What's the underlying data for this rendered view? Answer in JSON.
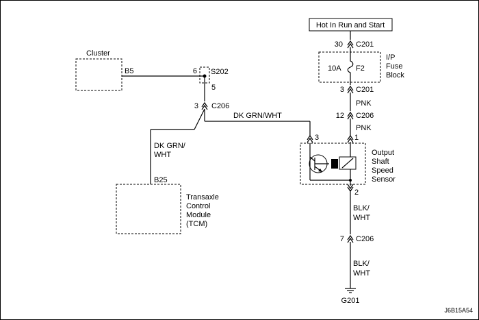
{
  "power_source": "Hot In Run and Start",
  "fuse_block": {
    "name_line1": "I/P",
    "name_line2": "Fuse",
    "name_line3": "Block",
    "fuse_rating": "10A",
    "fuse_name": "F2"
  },
  "connectors": {
    "c201_top_pin": "30",
    "c201_top_name": "C201",
    "c201_bottom_pin": "3",
    "c201_bottom_name": "C201",
    "c206_upper_pin": "12",
    "c206_upper_name": "C206",
    "c206_lower_pin": "7",
    "c206_lower_name": "C206",
    "c206_left_pin": "3",
    "c206_left_name": "C206"
  },
  "wires": {
    "pnk_1": "PNK",
    "pnk_2": "PNK",
    "dk_grn_wht": "DK GRN/WHT",
    "dk_grn_wht_vert_line1": "DK GRN/",
    "dk_grn_wht_vert_line2": "WHT",
    "blk_wht_1_line1": "BLK/",
    "blk_wht_1_line2": "WHT",
    "blk_wht_2_line1": "BLK/",
    "blk_wht_2_line2": "WHT"
  },
  "sensor": {
    "name_line1": "Output",
    "name_line2": "Shaft",
    "name_line3": "Speed",
    "name_line4": "Sensor",
    "pin_signal": "3",
    "pin_power": "1",
    "pin_ground": "2"
  },
  "cluster": {
    "name": "Cluster",
    "pin": "B5"
  },
  "splice": {
    "name": "S202",
    "pin_in": "6",
    "pin_out": "5"
  },
  "tcm": {
    "name_line1": "Transaxle",
    "name_line2": "Control",
    "name_line3": "Module",
    "name_line4": "(TCM)",
    "pin": "B25"
  },
  "ground": "G201",
  "figure_id": "J6B15A54"
}
